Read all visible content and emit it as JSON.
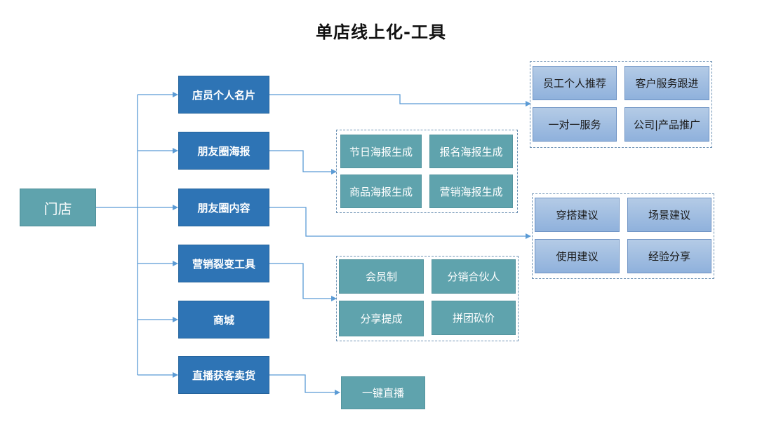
{
  "title": "单店线上化-工具",
  "root": "门店",
  "categories": [
    {
      "label": "店员个人名片"
    },
    {
      "label": "朋友圈海报"
    },
    {
      "label": "朋友圈内容"
    },
    {
      "label": "营销裂变工具"
    },
    {
      "label": "商城"
    },
    {
      "label": "直播获客卖货"
    }
  ],
  "groups": {
    "card": [
      "员工个人推荐",
      "客户服务跟进",
      "一对一服务",
      "公司|产品推广"
    ],
    "poster": [
      "节日海报生成",
      "报名海报生成",
      "商品海报生成",
      "营销海报生成"
    ],
    "content": [
      "穿搭建议",
      "场景建议",
      "使用建议",
      "经验分享"
    ],
    "fission": [
      "会员制",
      "分销合伙人",
      "分享提成",
      "拼团砍价"
    ],
    "live": [
      "一键直播"
    ]
  },
  "colors": {
    "category_fill": "#2e74b5",
    "teal_fill": "#5fa3ad",
    "light_fill": "#9dbce0",
    "connector": "#5b9bd5"
  }
}
